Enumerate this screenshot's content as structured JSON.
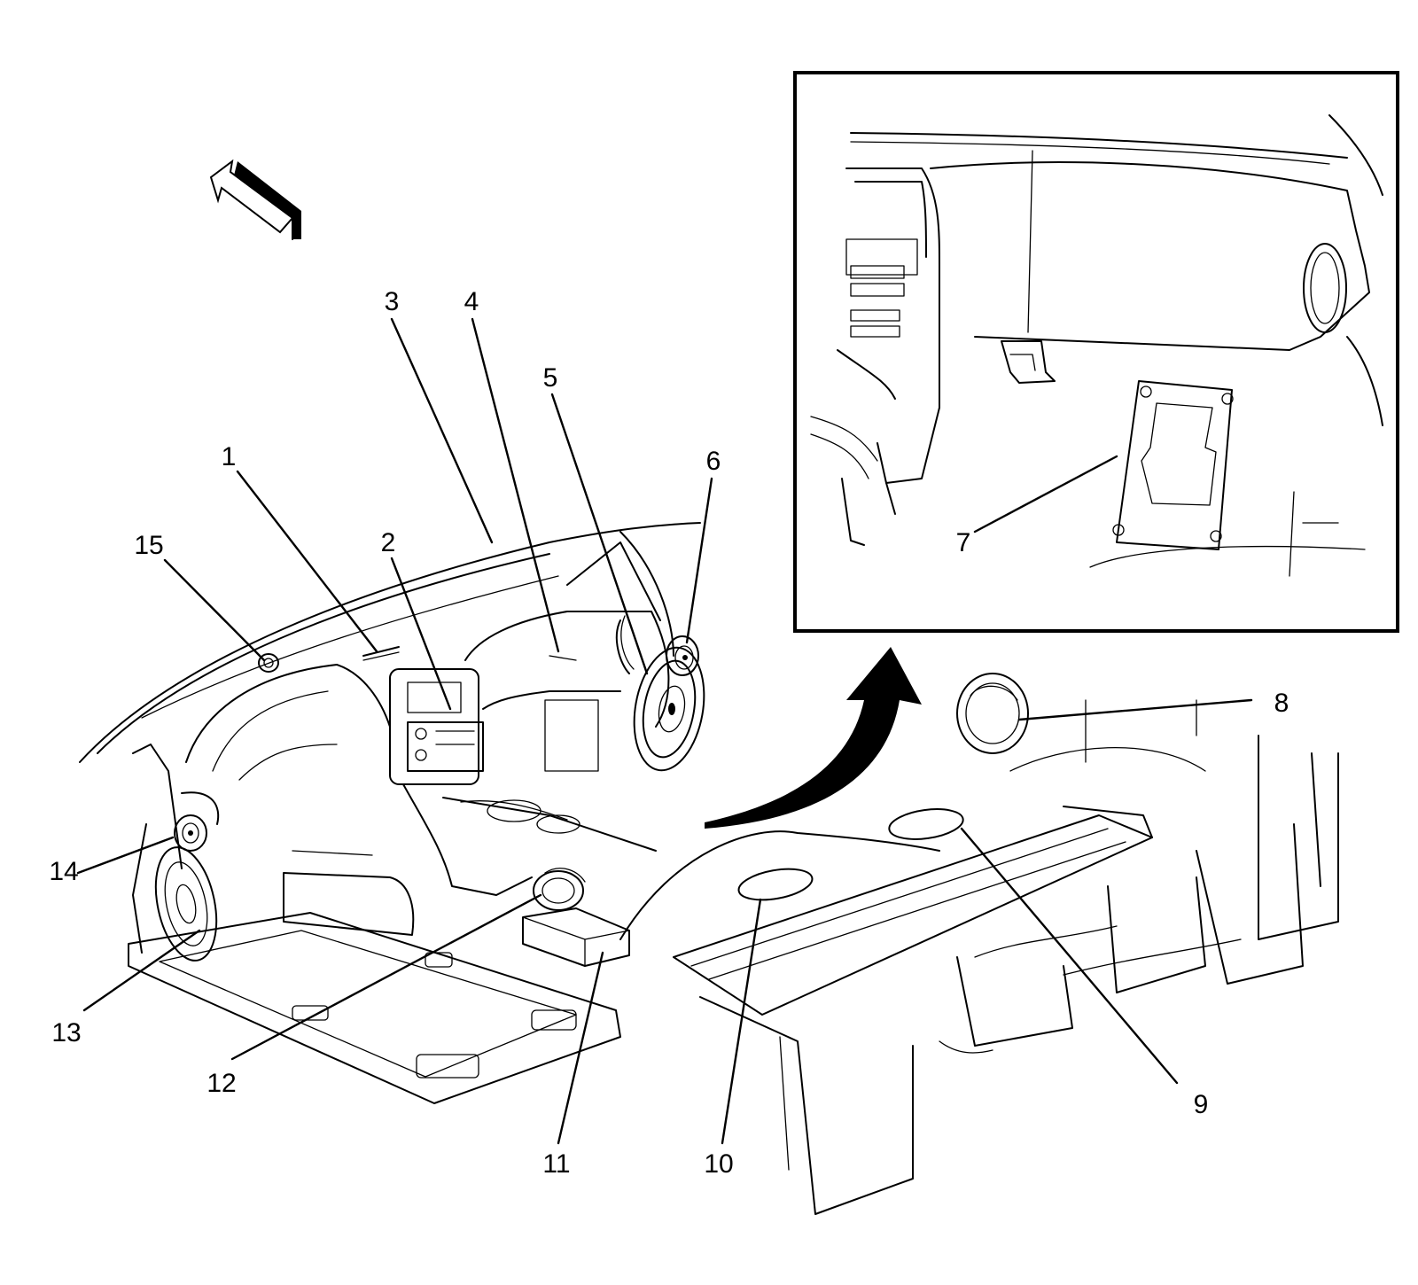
{
  "callouts": [
    "1",
    "2",
    "3",
    "4",
    "5",
    "6",
    "7",
    "8",
    "9",
    "10",
    "11",
    "12",
    "13",
    "14",
    "15"
  ],
  "icons": {
    "forward": "direction-arrow-icon",
    "detail": "detail-view-arrow-icon"
  }
}
